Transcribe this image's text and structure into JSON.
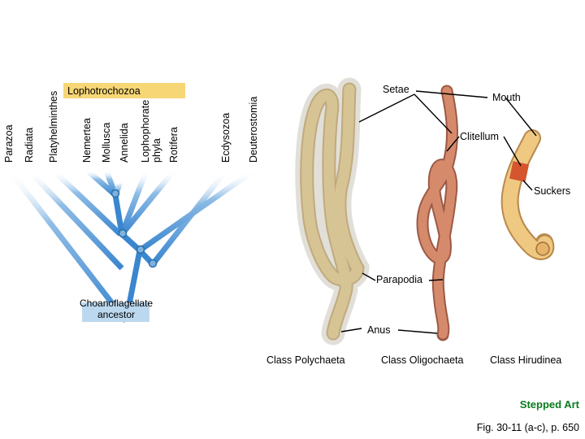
{
  "taxa": [
    "Parazoa",
    "Radiata",
    "Platyhelminthes",
    "Nemertea",
    "Mollusca",
    "Annelida",
    "Lophophorate",
    "phyla",
    "Rotifera",
    "Ecdysozoa",
    "Deuterostomia"
  ],
  "group_label": "Lophotrochozoa",
  "ancestor_label": [
    "Choanoflagellate",
    "ancestor"
  ],
  "worm_labels": {
    "setae": "Setae",
    "mouth": "Mouth",
    "clitellum": "Clitellum",
    "suckers": "Suckers",
    "parapodia": "Parapodia",
    "anus": "Anus"
  },
  "classes": [
    "Class Polychaeta",
    "Class Oligochaeta",
    "Class Hirudinea"
  ],
  "stepped_art": "Stepped Art",
  "figure_caption": "Fig. 30-11 (a-c), p. 650",
  "colors": {
    "tree_blue": "#3a86cf",
    "highlight_band": "#f7d676",
    "ancestor_box": "#bcd8ef",
    "annelid_node": "#2a6fa8",
    "polychaete": "#e8c46a",
    "oligochaete": "#d68a6c",
    "hirudinea": "#efc882",
    "clitellum": "#d4552e",
    "stepped_art_text": "#0a7a1e"
  }
}
